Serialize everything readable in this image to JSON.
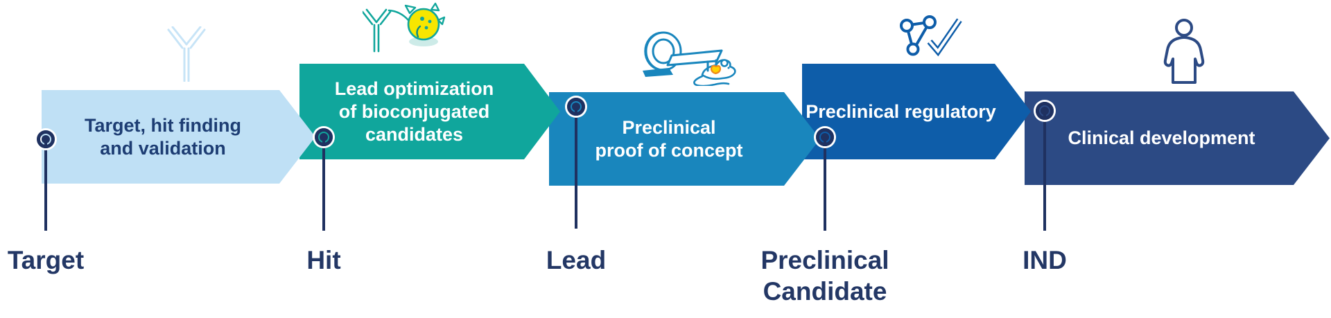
{
  "stages": [
    {
      "id": "stage-1",
      "lines": [
        "Target, hit finding",
        "and validation"
      ],
      "fill": "#bfe0f5",
      "text_color": "#1d3d73",
      "icon": "antibody-icon"
    },
    {
      "id": "stage-2",
      "lines": [
        "Lead optimization",
        "of bioconjugated",
        "candidates"
      ],
      "fill": "#10a69c",
      "text_color": "#ffffff",
      "icon": "antibody-cell-icon"
    },
    {
      "id": "stage-3",
      "lines": [
        "Preclinical",
        "proof of concept"
      ],
      "fill": "#1986bd",
      "text_color": "#ffffff",
      "icon": "mri-mouse-icon"
    },
    {
      "id": "stage-4",
      "lines": [
        "Preclinical regulatory"
      ],
      "fill": "#0e5da9",
      "text_color": "#ffffff",
      "icon": "molecule-check-icon"
    },
    {
      "id": "stage-5",
      "lines": [
        "Clinical development"
      ],
      "fill": "#2c4a84",
      "text_color": "#ffffff",
      "icon": "person-icon"
    }
  ],
  "milestones": [
    {
      "id": "target",
      "lines": [
        "Target"
      ]
    },
    {
      "id": "hit",
      "lines": [
        "Hit"
      ]
    },
    {
      "id": "lead",
      "lines": [
        "Lead"
      ]
    },
    {
      "id": "preclinical-candidate",
      "lines": [
        "Preclinical",
        "Candidate"
      ]
    },
    {
      "id": "ind",
      "lines": [
        "IND"
      ]
    }
  ],
  "colors": {
    "background": "#ffffff",
    "marker": "#1f3160",
    "milestone_label": "#233765",
    "antibody_light": "#c7e4f7",
    "teal": "#10a69c",
    "cell_yellow": "#f7e600",
    "cell_halo": "#cdebe8",
    "cell_line": "#0c8a80",
    "mri_blue": "#1986bd",
    "spot_yellow": "#ffd200",
    "spot_orange": "#ef8a1d",
    "molecule_blue": "#0e5da9",
    "person_navy": "#2c4a84"
  }
}
